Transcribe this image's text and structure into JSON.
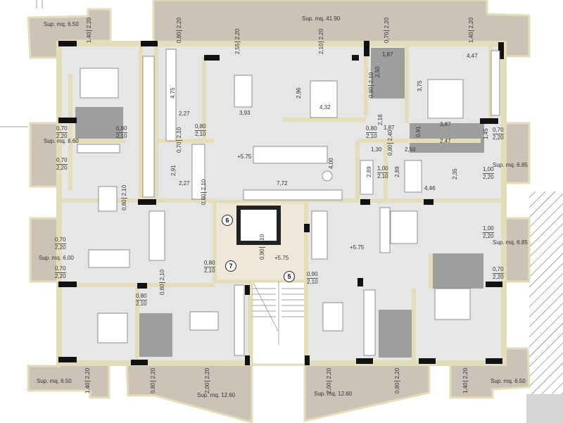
{
  "plan": {
    "balconies": [
      "Sup. mq. 41.90",
      "Sup. mq. 6.50",
      "Sup. mq. 6.60",
      "Sup. mq. 6.00",
      "Sup. mq. 6.50",
      "Sup. mq. 12.60",
      "Sup. mq. 12.60",
      "Sup. mq. 6.50",
      "Sup. mq. 6.85",
      "Sup. mq. 6.85"
    ],
    "levels": [
      "+5.75",
      "+5.75",
      "+5.75"
    ],
    "markers": [
      "6",
      "7",
      "5"
    ],
    "openings": [
      [
        "1,40",
        "2,20"
      ],
      [
        "0,80",
        "2,20"
      ],
      [
        "2,55",
        "2,20"
      ],
      [
        "2,10",
        "2,20"
      ],
      [
        "0,70",
        "2,20"
      ],
      [
        "1,40",
        "2,20"
      ],
      [
        "0,70",
        "2,20"
      ],
      [
        "0,70",
        "2,20"
      ],
      [
        "0,80",
        "2,10"
      ],
      [
        "0,80",
        "2,10"
      ],
      [
        "0,80",
        "2,10"
      ],
      [
        "0,70",
        "2,20"
      ],
      [
        "1,00",
        "2,20"
      ],
      [
        "1,00",
        "2,10"
      ],
      [
        "1,00",
        "2,20"
      ],
      [
        "0,70",
        "2,20"
      ],
      [
        "0,70",
        "2,20"
      ],
      [
        "0,70",
        "2,20"
      ],
      [
        "0,80",
        "2,10"
      ],
      [
        "0,80",
        "2,10"
      ],
      [
        "0,90",
        "2,10"
      ],
      [
        "1,40",
        "2,20"
      ],
      [
        "0,80",
        "2,20"
      ],
      [
        "2,00",
        "2,20"
      ],
      [
        "2,00",
        "2,20"
      ],
      [
        "0,80",
        "2,20"
      ],
      [
        "1,40",
        "2,20"
      ],
      [
        "0,80",
        "2,10"
      ],
      [
        "0,70",
        "2,10"
      ],
      [
        "0,80",
        "2,10"
      ],
      [
        "0,80",
        "2,40"
      ],
      [
        "0,80",
        "2,10"
      ],
      [
        "0,80",
        "2,10"
      ],
      [
        "0,90",
        "2,10"
      ]
    ],
    "dimensions": [
      "4,75",
      "2,27",
      "3,93",
      "2,96",
      "4,32",
      "2,50",
      "1,87",
      "4,47",
      "3,75",
      "2,91",
      "2,27",
      "7,72",
      "4,00",
      "2,16",
      "1,87",
      "1,30",
      "2,50",
      "2,89",
      "2,89",
      "4,46",
      "2,35",
      "3,87",
      "0,91",
      "1,45",
      "2,47"
    ]
  },
  "colors": {
    "balcony": "#cdc2b7",
    "wall": "#e4ddb9",
    "floor": "#e6e6e6",
    "bath": "#9c9f9b",
    "core": "#efe8d8"
  }
}
